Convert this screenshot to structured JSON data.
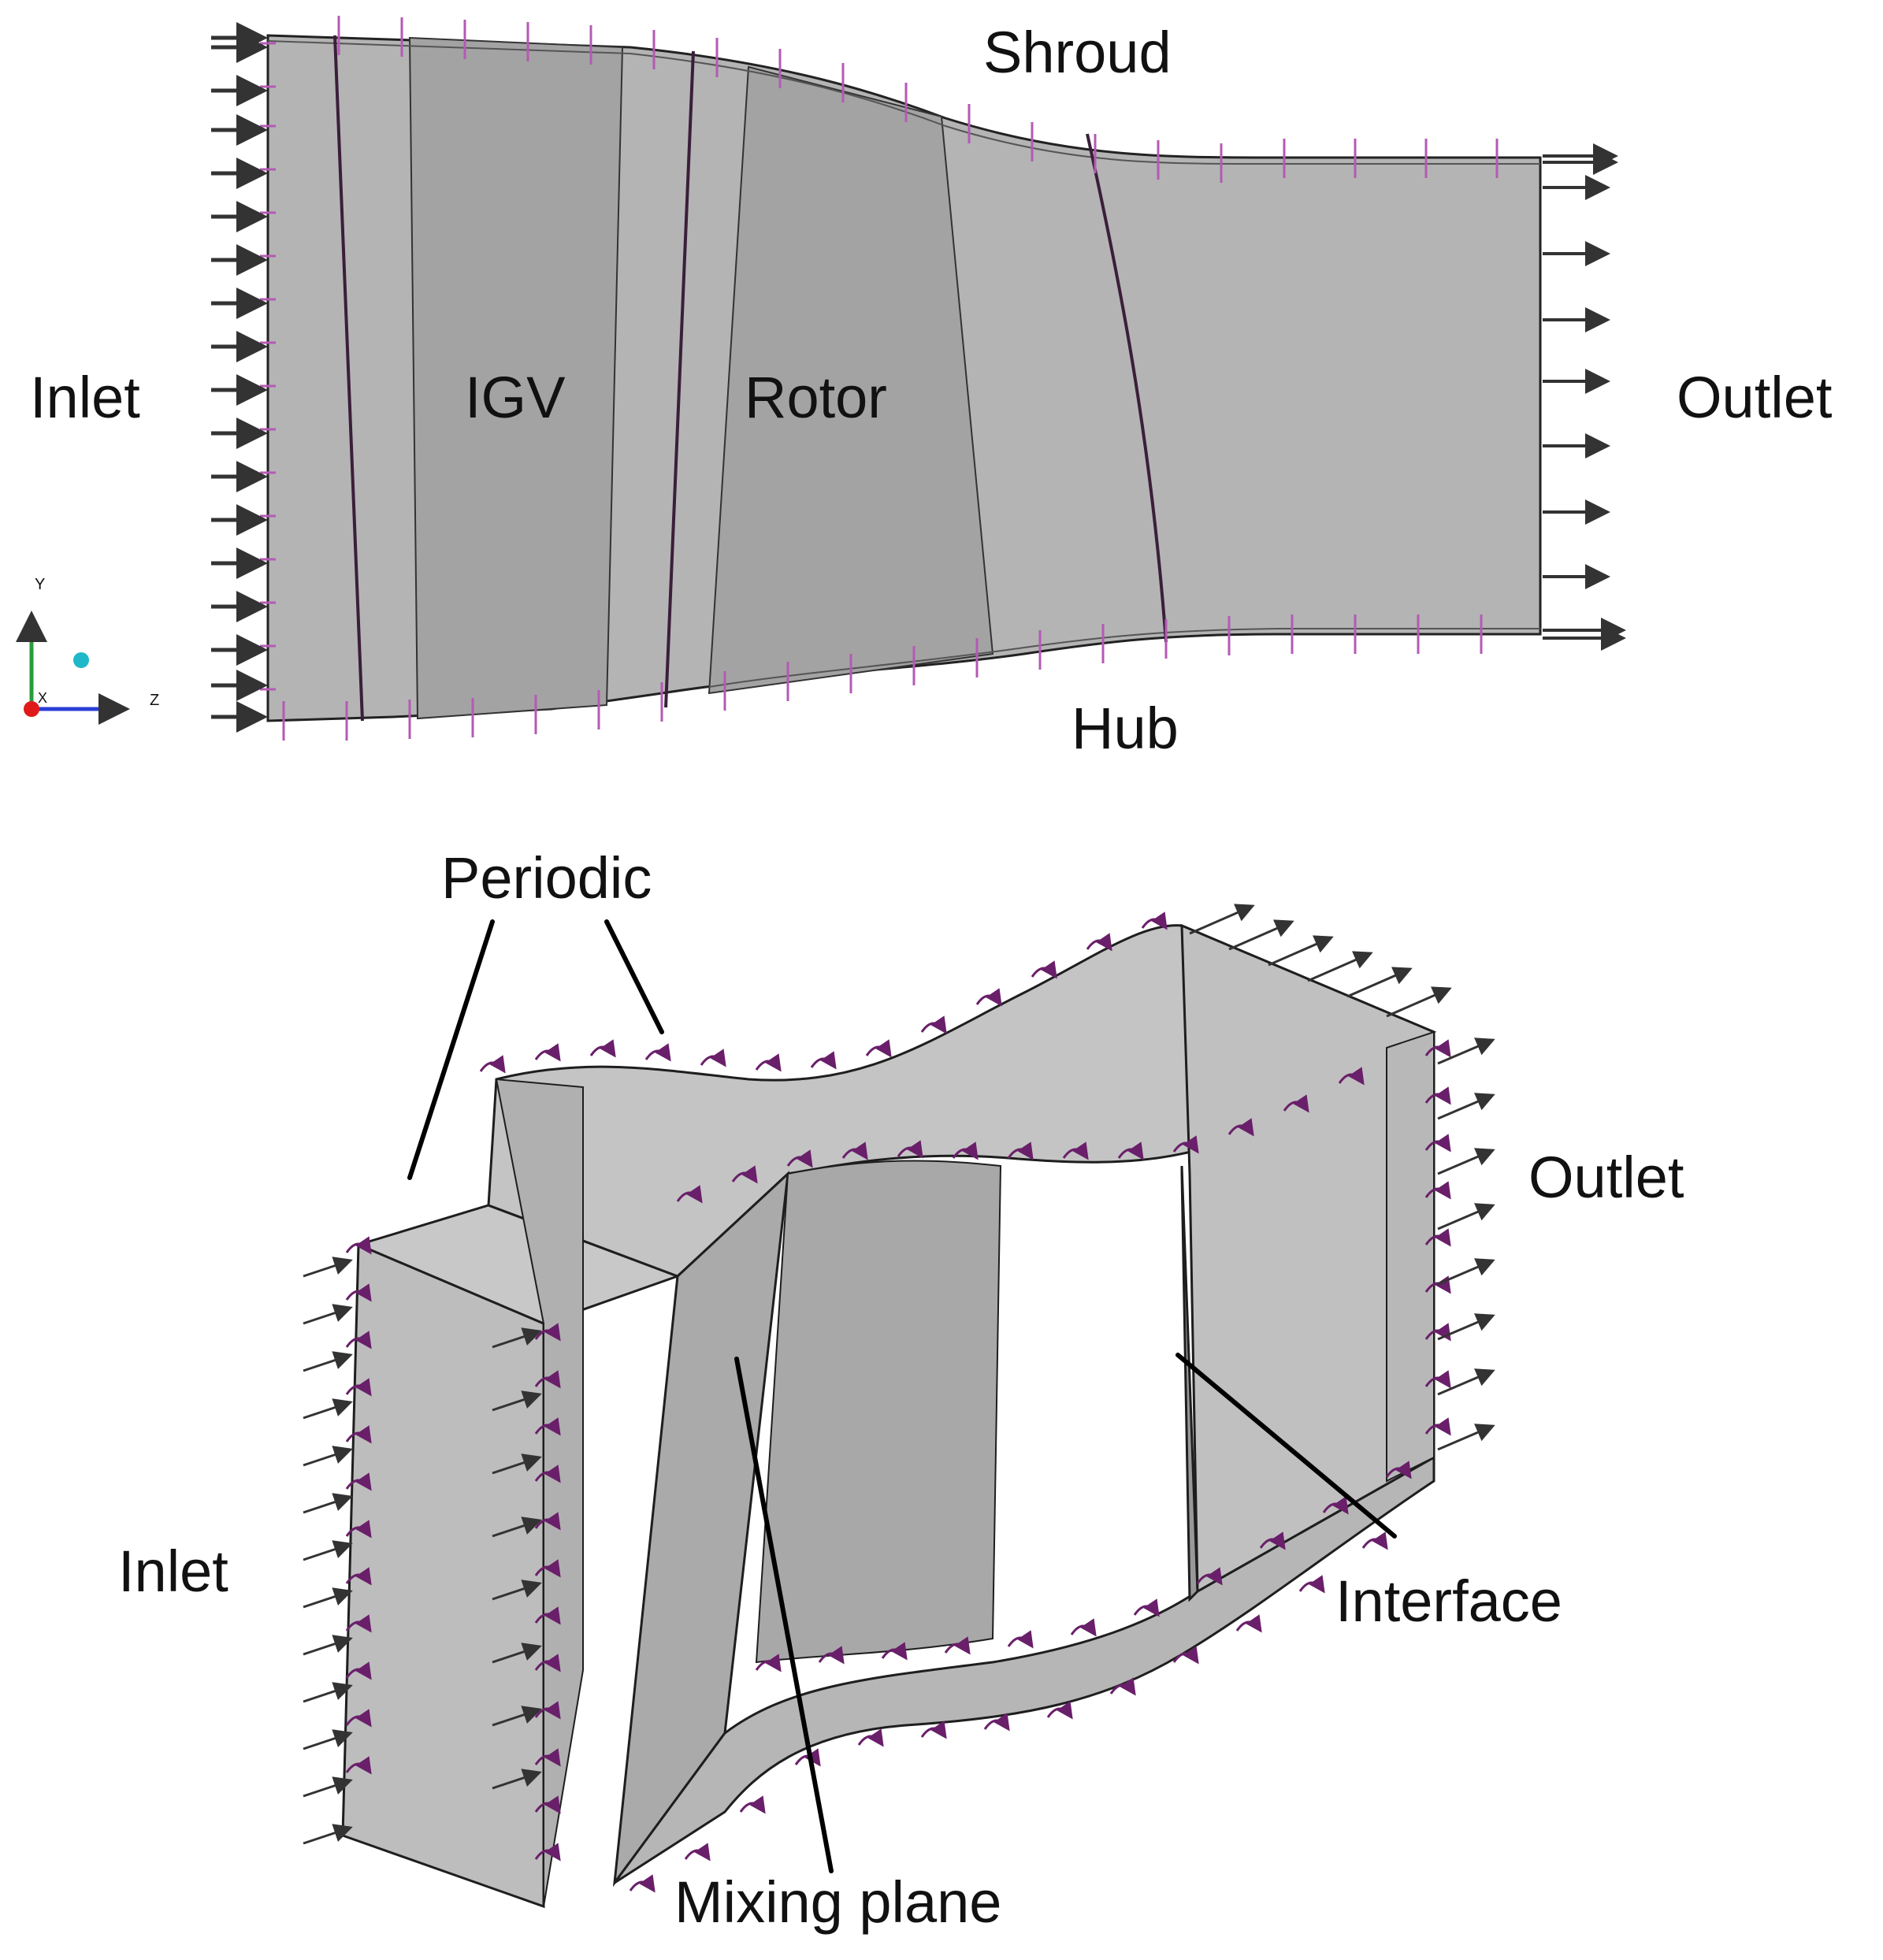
{
  "top_view": {
    "labels": {
      "inlet": "Inlet",
      "igv": "IGV",
      "rotor": "Rotor",
      "outlet": "Outlet",
      "shroud": "Shroud",
      "hub": "Hub"
    },
    "axis_triad": {
      "y": "Y",
      "z": "Z",
      "x": "X"
    },
    "colors": {
      "domain": "#b4b4b4",
      "blade_passage": "#a3a3a3",
      "edge": "#222222",
      "tick": "#b45ab4",
      "arrow": "#333333",
      "axis_y": "#2a9d3a",
      "axis_z": "#2b3fd6",
      "axis_x": "#e01a1a"
    }
  },
  "iso_view": {
    "labels": {
      "periodic": "Periodic",
      "outlet": "Outlet",
      "inlet": "Inlet",
      "interface": "Interface",
      "mixing_plane": "Mixing plane"
    },
    "colors": {
      "face": "#bdbdbd",
      "face_dark": "#a8a8a8",
      "edge": "#1e1e1e",
      "periodic_marker": "#6a1f6a",
      "arrow": "#333333",
      "leader": "#000000"
    }
  }
}
